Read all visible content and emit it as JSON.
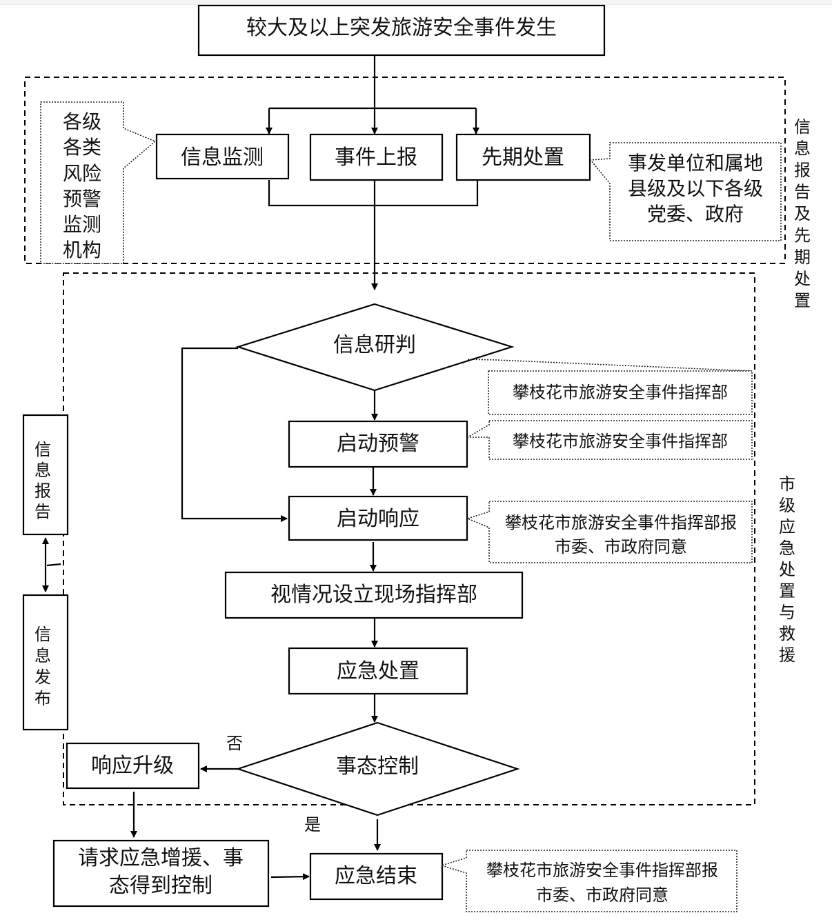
{
  "diagram": {
    "start": "较大及以上突发旅游安全事件发生",
    "stage1": {
      "label_vertical": "信息报告及先期处置",
      "boxes": [
        "信息监测",
        "事件上报",
        "先期处置"
      ],
      "left_note_vertical_pairs": [
        "各级",
        "各类",
        "风险",
        "预警",
        "监测",
        "机构"
      ],
      "right_note_lines": [
        "事发单位和属地",
        "县级及以下各级",
        "党委、政府"
      ]
    },
    "stage2": {
      "label_vertical": "市级应急处置与救援",
      "decision1": "信息研判",
      "decision1_note": "攀枝花市旅游安全事件指挥部",
      "warning": "启动预警",
      "warning_note": "攀枝花市旅游安全事件指挥部",
      "response": "启动响应",
      "response_note_lines": [
        "攀枝花市旅游安全事件指挥部报",
        "市委、市政府同意"
      ],
      "field_command": "视情况设立现场指挥部",
      "disposal": "应急处置",
      "decision2": "事态控制",
      "no_label": "否",
      "yes_label": "是",
      "upgrade": "响应升级"
    },
    "side": {
      "report": "信息报告",
      "release": "信息发布"
    },
    "reinforce_lines": [
      "请求应急增援、事",
      "态得到控制"
    ],
    "end": "应急结束",
    "end_note_lines": [
      "攀枝花市旅游安全事件指挥部报",
      "市委、市政府同意"
    ]
  }
}
